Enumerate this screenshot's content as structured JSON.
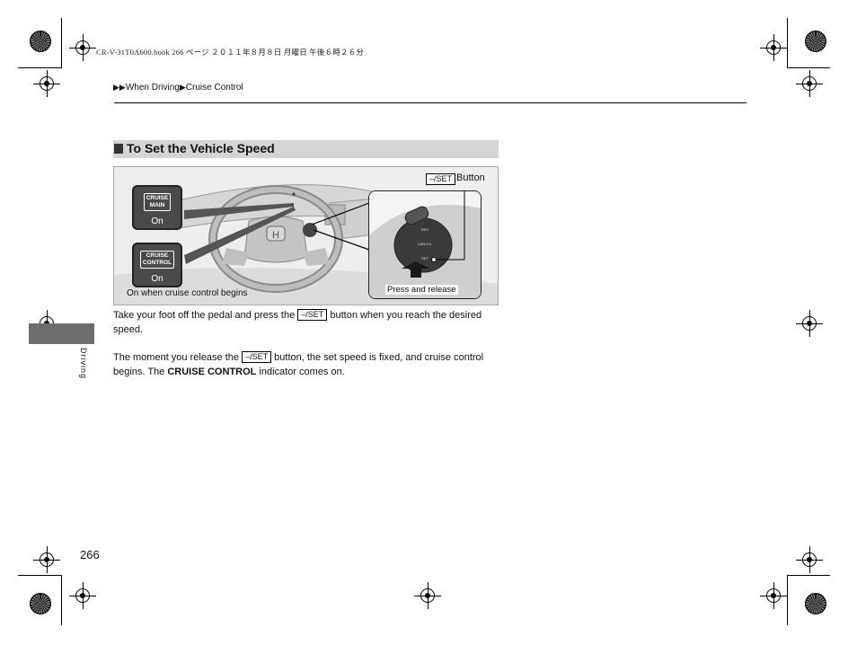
{
  "print_job_line": "CR-V-31T0A600.book  266 ページ  ２０１１年８月８日  月曜日  午後６時２６分",
  "breadcrumb": {
    "arrows": "▶▶",
    "item1": "When Driving",
    "sep": "▶",
    "item2": "Cruise Control"
  },
  "section": {
    "title": "To Set the Vehicle Speed"
  },
  "figure": {
    "indicator_main": {
      "icon_line1": "CRUISE",
      "icon_line2": "MAIN",
      "state": "On"
    },
    "indicator_control": {
      "icon_line1": "CRUISE",
      "icon_line2": "CONTROL",
      "state": "On"
    },
    "caption_bottom": "On when cruise control begins",
    "set_button_label": "–/SET",
    "set_button_suffix": "Button",
    "press_caption": "Press and release",
    "wheel_logo": "H"
  },
  "paragraph1": {
    "before": "Take your foot off the pedal and press the ",
    "button": "–/SET",
    "after": " button when you reach the desired speed."
  },
  "paragraph2": {
    "before": "The moment you release the ",
    "button": "–/SET",
    "middle": " button, the set speed is fixed, and cruise control begins. The ",
    "bold": "CRUISE CONTROL",
    "after": " indicator comes on."
  },
  "side_tab": {
    "label": "Driving"
  },
  "page_number": "266"
}
